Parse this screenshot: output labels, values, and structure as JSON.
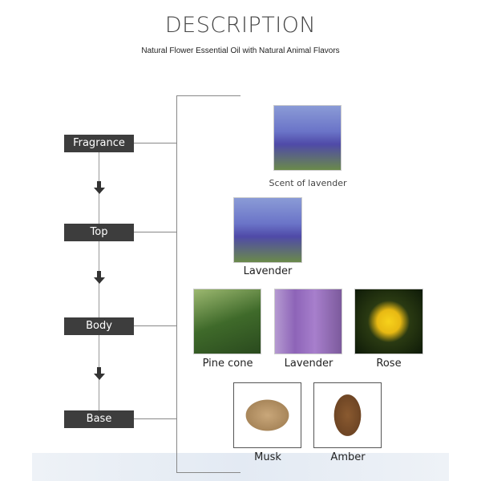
{
  "header": {
    "title": "DESCRIPTION",
    "subtitle": "Natural Flower Essential Oil with Natural Animal Flavors"
  },
  "steps": [
    {
      "label": "Fragrance"
    },
    {
      "label": "Top"
    },
    {
      "label": "Body"
    },
    {
      "label": "Base"
    }
  ],
  "ingredients": {
    "fragrance": [
      {
        "label": "Scent of lavender"
      }
    ],
    "top": [
      {
        "label": "Lavender"
      }
    ],
    "body": [
      {
        "label": "Pine cone"
      },
      {
        "label": "Lavender"
      },
      {
        "label": "Rose"
      }
    ],
    "base": [
      {
        "label": "Musk"
      },
      {
        "label": "Amber"
      }
    ]
  }
}
